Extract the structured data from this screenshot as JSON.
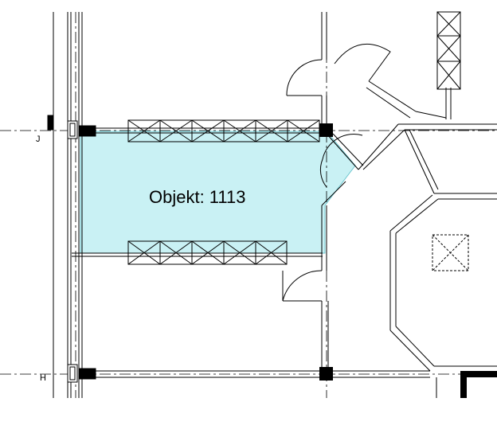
{
  "room": {
    "label": "Objekt: 1113",
    "highlight_color": "#bfeef2"
  },
  "grid_axes": [
    {
      "label": "J"
    },
    {
      "label": "H"
    }
  ],
  "colors": {
    "line": "#000000",
    "axis": "#000000",
    "background": "#ffffff"
  }
}
